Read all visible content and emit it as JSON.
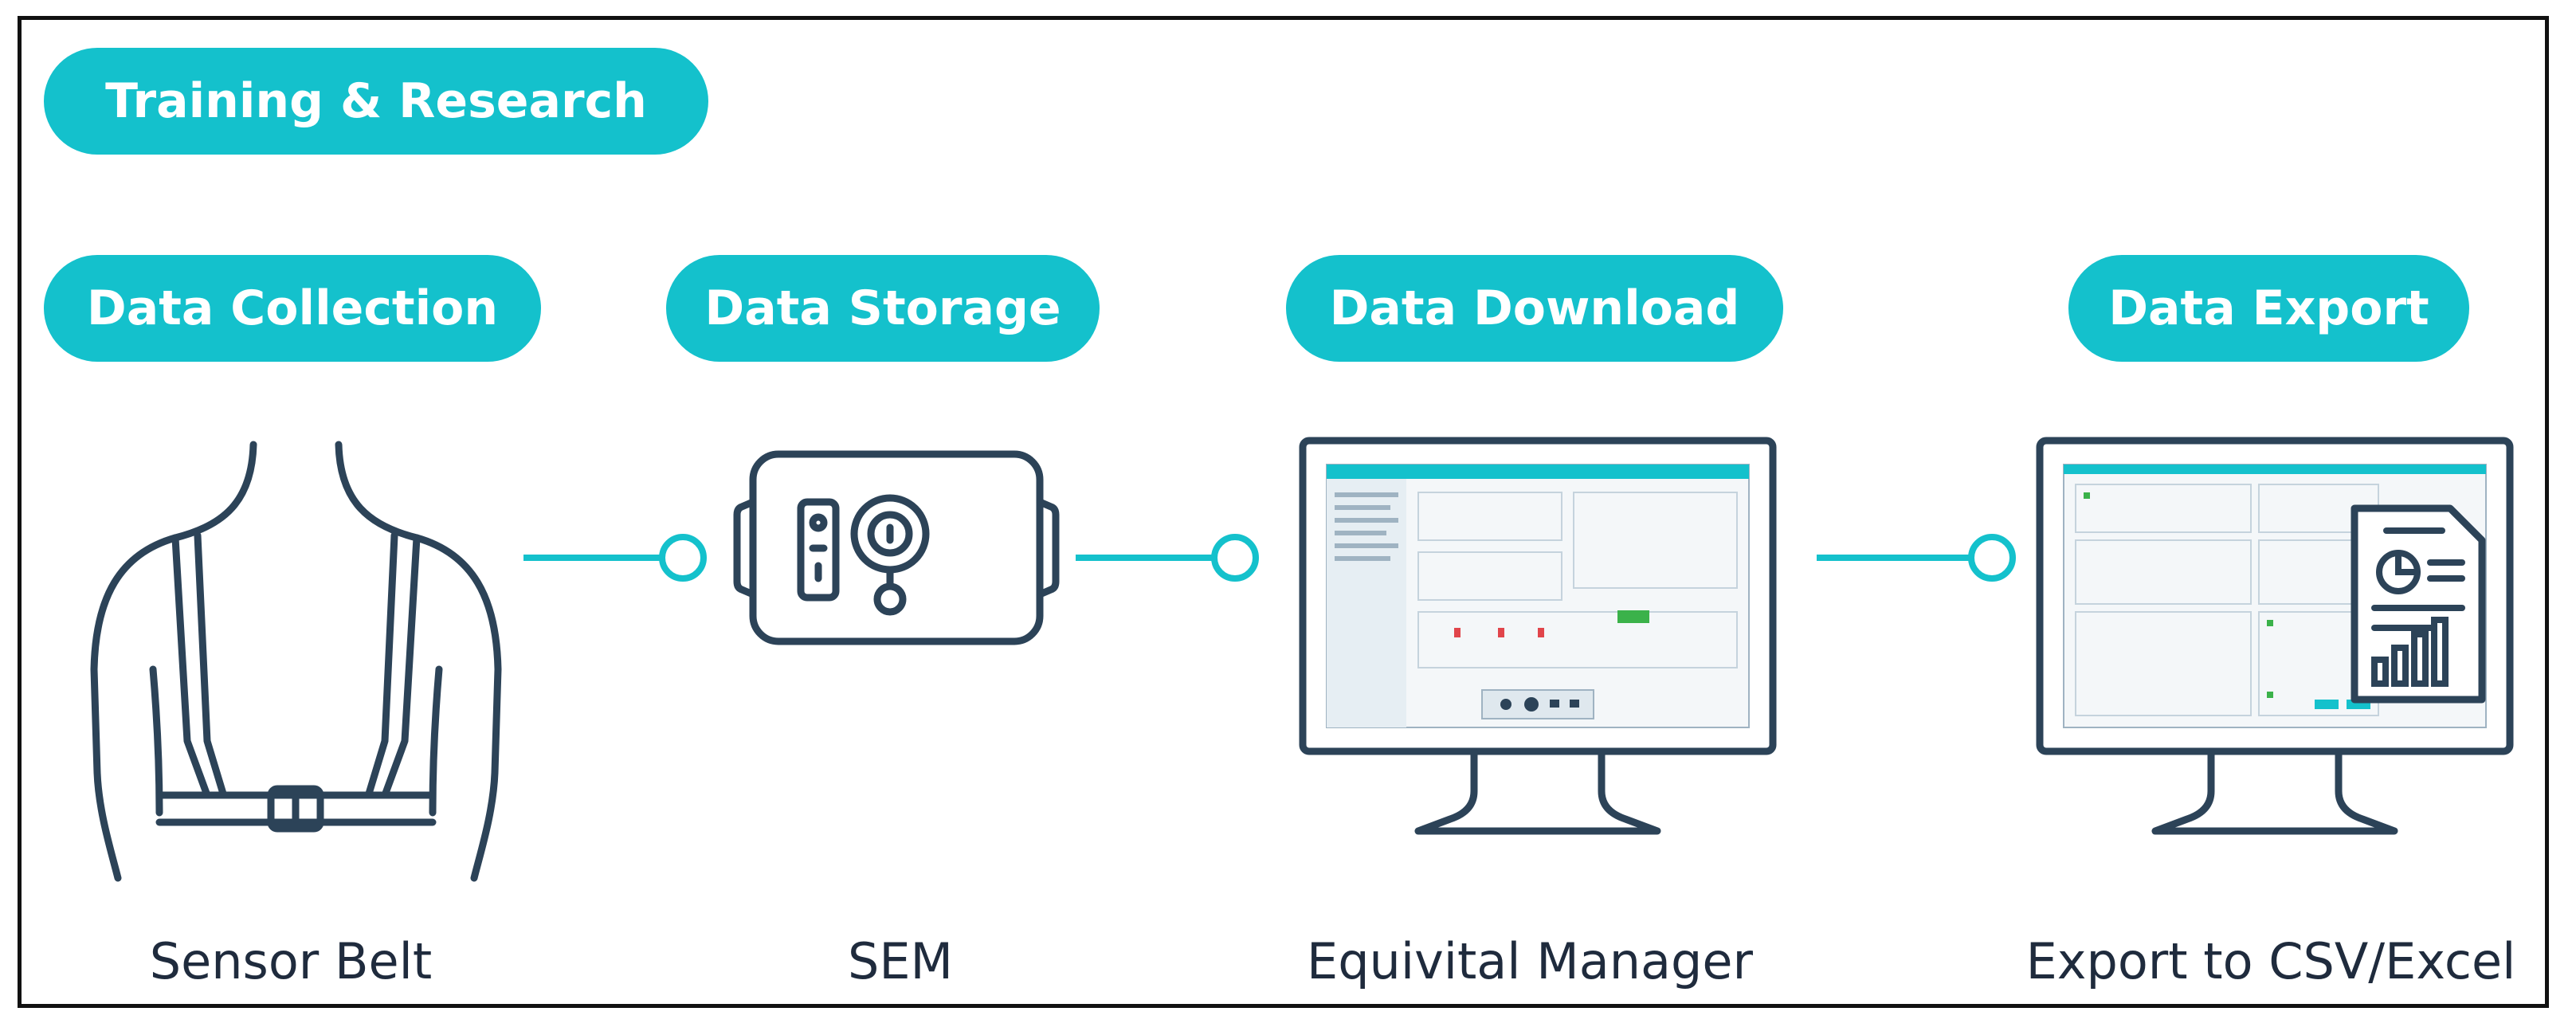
{
  "header": {
    "title": "Training & Research"
  },
  "stages": [
    {
      "label": "Data Collection",
      "caption": "Sensor Belt"
    },
    {
      "label": "Data Storage",
      "caption": "SEM"
    },
    {
      "label": "Data Download",
      "caption": "Equivital Manager"
    },
    {
      "label": "Data Export",
      "caption": "Export to CSV/Excel"
    }
  ],
  "colors": {
    "accent": "#14c1cc",
    "outline": "#2c4358",
    "frame": "#111111",
    "text": "#1f2b3d"
  }
}
